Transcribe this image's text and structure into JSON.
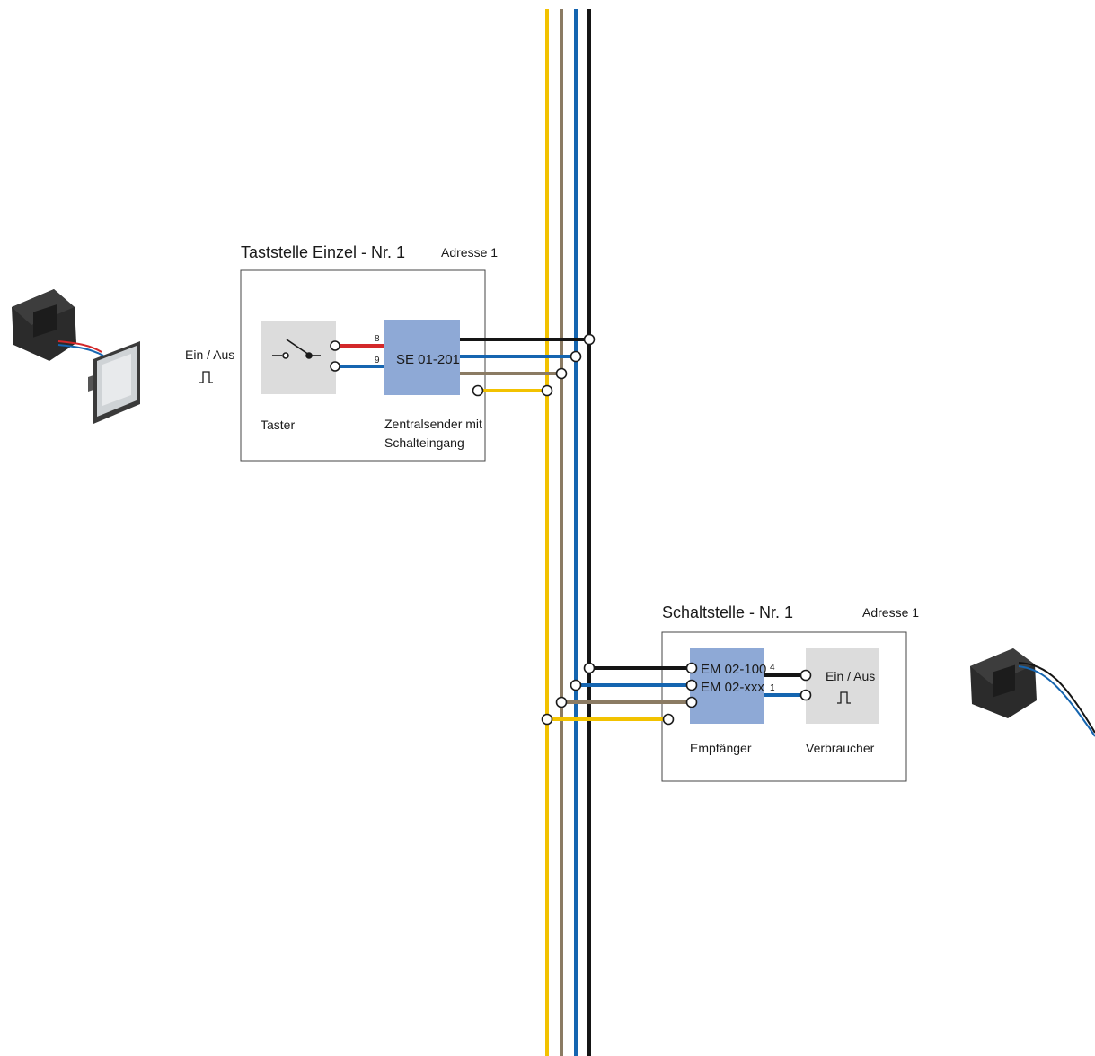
{
  "sender_station": {
    "title": "Taststelle Einzel - Nr. 1",
    "address": "Adresse 1",
    "switch_label": "Taster",
    "module_label": "SE 01-201",
    "module_caption_line1": "Zentralsender mit",
    "module_caption_line2": "Schalteingang",
    "pin_top": "8",
    "pin_bottom": "9",
    "side_label": "Ein / Aus",
    "pulse_symbol": "⎍"
  },
  "receiver_station": {
    "title": "Schaltstelle - Nr. 1",
    "address": "Adresse 1",
    "module_line1": "EM 02-100",
    "module_line2": "EM 02-xxx",
    "module_caption": "Empfänger",
    "load_label": "Ein / Aus",
    "pulse_symbol": "⎍",
    "load_caption": "Verbraucher",
    "pin_top": "4",
    "pin_bottom": "1"
  },
  "bus": {
    "wire_colors": [
      "#f2c200",
      "#8b7b63",
      "#1565b0",
      "#151515"
    ],
    "wire_names": [
      "yellow",
      "brown",
      "blue",
      "black"
    ]
  },
  "colors": {
    "module_fill": "#8ea9d6",
    "switch_fill": "#dcdcdc",
    "load_fill": "#dcdcdc",
    "red_wire": "#d3282a"
  },
  "icons": [
    "switch-symbol-icon",
    "pulse-icon",
    "flush-mount-insert-icon",
    "push-button-icon"
  ]
}
